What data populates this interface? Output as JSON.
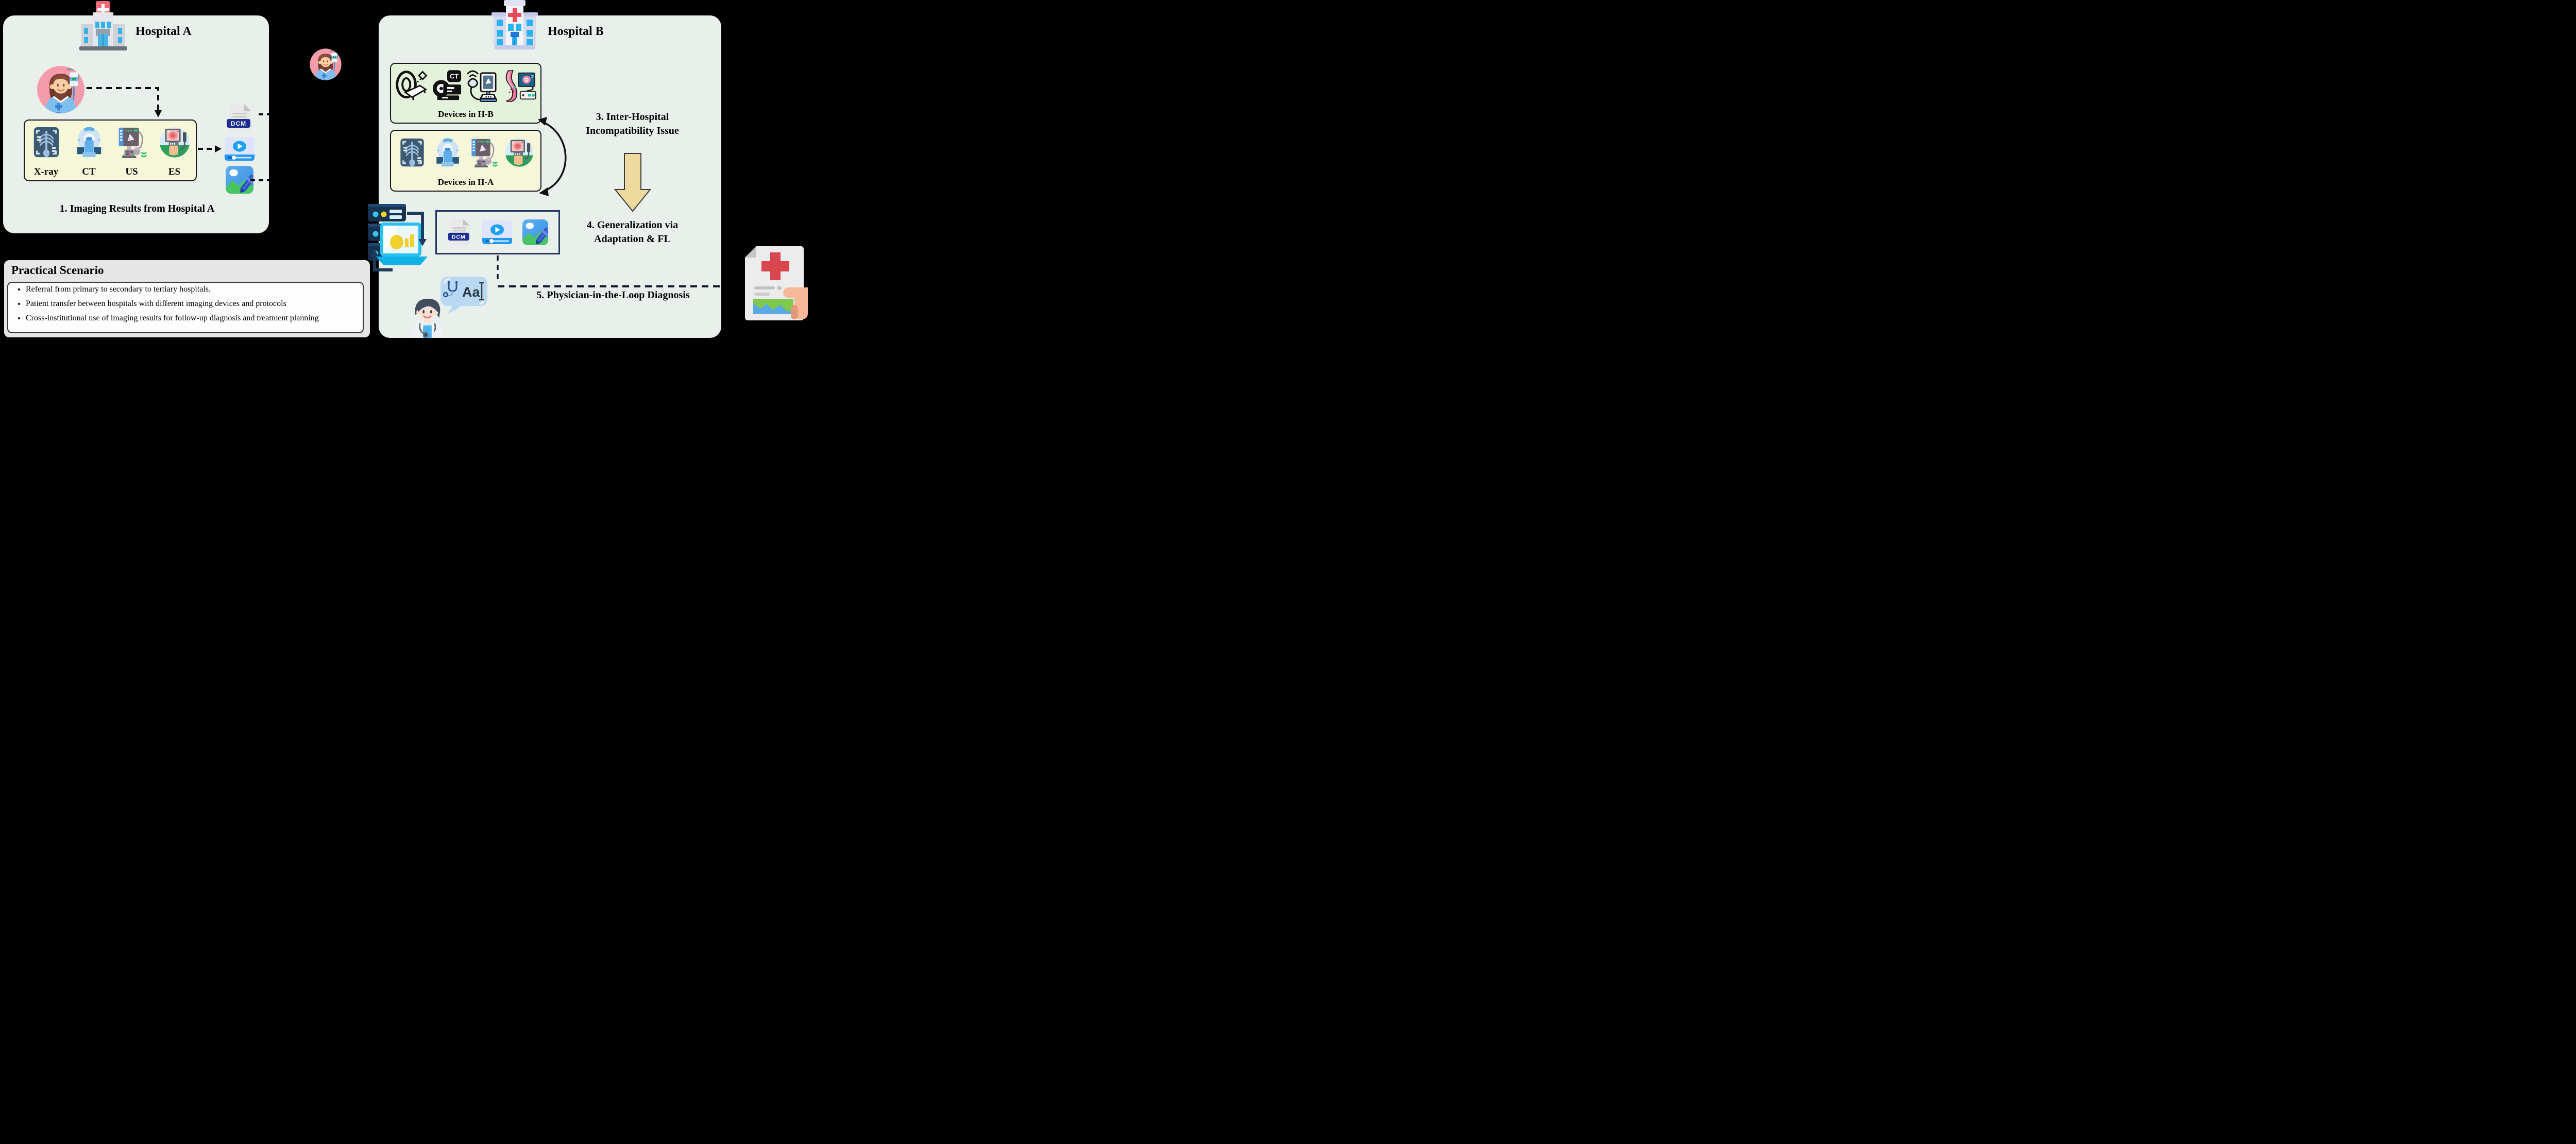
{
  "hospital_a": {
    "title": "Hospital A",
    "caption": "1. Imaging Results from Hospital A",
    "device_labels": [
      "X-ray",
      "CT",
      "US",
      "ES"
    ]
  },
  "files": {
    "dcm_label": "DCM"
  },
  "hospital_b": {
    "title": "Hospital B",
    "devices_hb_label": "Devices in H-B",
    "devices_ha_label": "Devices in H-A",
    "ct_badge": "CT",
    "step3_line1": "3. Inter-Hospital",
    "step3_line2": "Incompatibility Issue",
    "step4_line1": "4. Generalization via",
    "step4_line2": "Adaptation & FL",
    "step5": "5. Physician-in-the-Loop Diagnosis",
    "speech_bubble_text": "Aa"
  },
  "practical_scenario": {
    "title": "Practical Scenario",
    "bullets": [
      "Referral from primary to secondary to tertiary hospitals.",
      "Patient transfer between hospitals with different imaging devices and protocols",
      "Cross-institutional use of imaging results for follow-up diagnosis and treatment planning"
    ]
  },
  "colors": {
    "background": "#000000",
    "panel": "#e9f0ec",
    "device_box_yellow": "#f6f6d8",
    "device_box_green": "#e4f1db",
    "tan_arrow": "#eeda9f",
    "dcm_banner": "#1d2d90",
    "file_box_border": "#25365e"
  }
}
